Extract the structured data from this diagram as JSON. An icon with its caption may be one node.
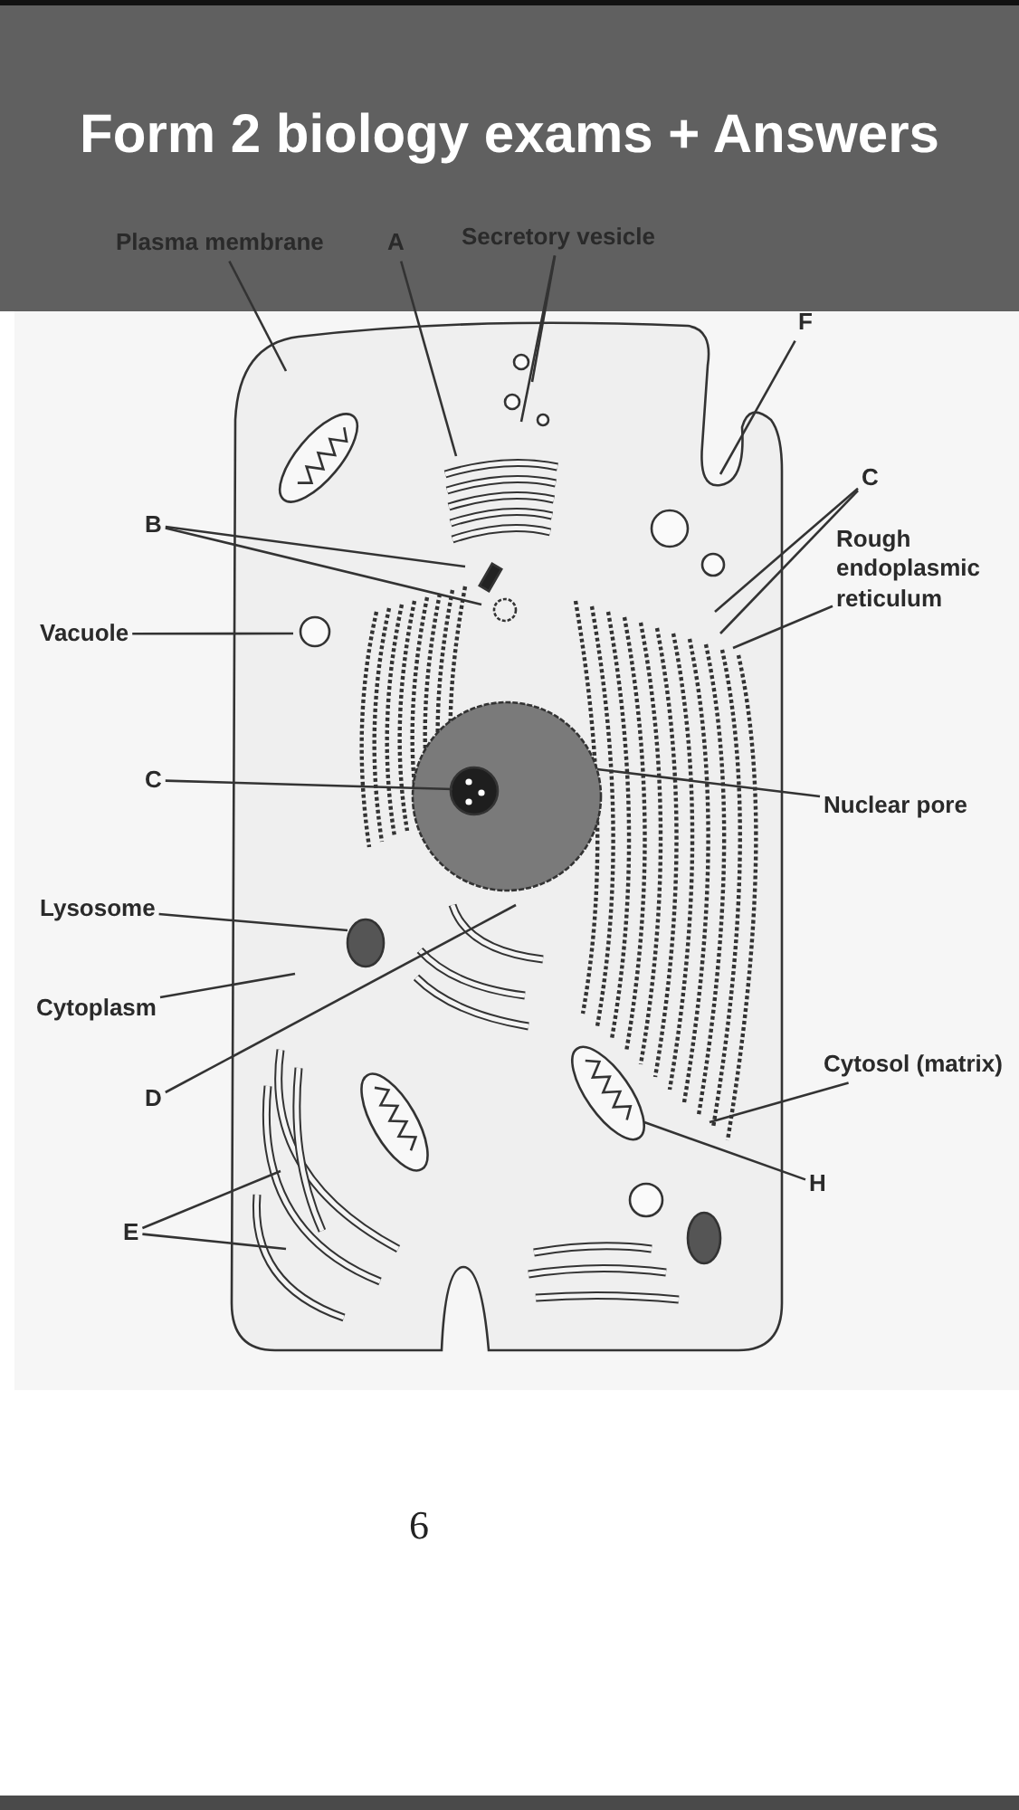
{
  "diagram": {
    "title": "Form 2 biology exams + Answers",
    "nodes": [
      {
        "text": [
          "Plasma membrane"
        ]
      },
      {
        "text": [
          "A"
        ]
      },
      {
        "text": [
          "Secretory vesicle"
        ]
      },
      {
        "text": [
          "F"
        ]
      },
      {
        "text": [
          "B"
        ]
      },
      {
        "text": [
          "C"
        ]
      },
      {
        "text": [
          "Rough endoplasmic reticulum"
        ]
      },
      {
        "text": [
          "Vacuole"
        ]
      },
      {
        "text": [
          "C"
        ]
      },
      {
        "text": [
          "Nuclear pore"
        ]
      },
      {
        "text": [
          "Lysosome"
        ]
      },
      {
        "text": [
          "Cytoplasm"
        ]
      },
      {
        "text": [
          "D"
        ]
      },
      {
        "text": [
          "Cytosol (matrix)"
        ]
      },
      {
        "text": [
          "H"
        ]
      },
      {
        "text": [
          "E"
        ]
      }
    ],
    "edges": [
      {
        "from": 0,
        "to": null,
        "arrow": "none"
      },
      {
        "from": 1,
        "to": null,
        "arrow": "none"
      },
      {
        "from": 2,
        "to": null,
        "arrow": "none"
      },
      {
        "from": 2,
        "to": null,
        "arrow": "none"
      },
      {
        "from": 3,
        "to": null,
        "arrow": "none"
      },
      {
        "from": 4,
        "to": null,
        "arrow": "none"
      },
      {
        "from": 4,
        "to": null,
        "arrow": "none"
      },
      {
        "from": 5,
        "to": null,
        "arrow": "none"
      },
      {
        "from": 5,
        "to": null,
        "arrow": "none"
      },
      {
        "from": 6,
        "to": null,
        "arrow": "none"
      },
      {
        "from": 7,
        "to": null,
        "arrow": "none"
      },
      {
        "from": 8,
        "to": null,
        "arrow": "none"
      },
      {
        "from": 9,
        "to": null,
        "arrow": "none"
      },
      {
        "from": 10,
        "to": null,
        "arrow": "none"
      },
      {
        "from": 11,
        "to": null,
        "arrow": "none"
      },
      {
        "from": 12,
        "to": null,
        "arrow": "none"
      },
      {
        "from": 13,
        "to": null,
        "arrow": "none"
      },
      {
        "from": 14,
        "to": null,
        "arrow": "none"
      },
      {
        "from": 15,
        "to": null,
        "arrow": "none"
      },
      {
        "from": 15,
        "to": null,
        "arrow": "none"
      }
    ],
    "labels": [
      "6"
    ]
  }
}
